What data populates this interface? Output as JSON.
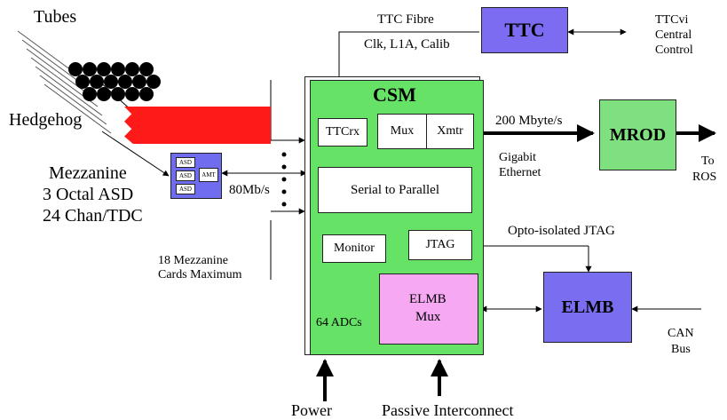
{
  "diagram": {
    "tubes_label": "Tubes",
    "hedgehog_label": "Hedgehog",
    "mezzanine": {
      "line1": "Mezzanine",
      "line2": "3 Octal ASD",
      "line3": "24 Chan/TDC",
      "asd_labels": [
        "ASD",
        "ASD",
        "ASD"
      ],
      "amt_label": "AMT",
      "link_speed": "80Mb/s",
      "max_cards_line1": "18 Mezzanine",
      "max_cards_line2": "Cards Maximum"
    },
    "ttc": {
      "title": "TTC",
      "fibre_label": "TTC Fibre",
      "signals_label": "Clk, L1A, Calib",
      "vi_line1": "TTCvi",
      "vi_line2": "Central",
      "vi_line3": "Control"
    },
    "csm": {
      "title": "CSM",
      "ttcrx": "TTCrx",
      "mux": "Mux",
      "xmtr": "Xmtr",
      "serial_to_parallel": "Serial to Parallel",
      "monitor": "Monitor",
      "jtag": "JTAG",
      "elmb_mux_line1": "ELMB",
      "elmb_mux_line2": "Mux",
      "adcs": "64 ADCs"
    },
    "mrod": {
      "title": "MROD",
      "rate": "200 Mbyte/s",
      "link_line1": "Gigabit",
      "link_line2": "Ethernet",
      "dest_line1": "To",
      "dest_line2": "ROS"
    },
    "elmb": {
      "title": "ELMB",
      "jtag_label": "Opto-isolated JTAG",
      "can_line1": "CAN",
      "can_line2": "Bus"
    },
    "power_label": "Power",
    "interconnect_label": "Passive Interconnect",
    "colors": {
      "csm_green": "#66e266",
      "ttc_blue": "#7b6cf2",
      "mrod_green": "#7fe07f",
      "elmb_blue": "#7a6ef0",
      "elmb_mux_pink": "#f6a8f2",
      "hedgehog_red": "#ff1a1a",
      "mezzanine_blue": "#6f6cf0"
    }
  }
}
